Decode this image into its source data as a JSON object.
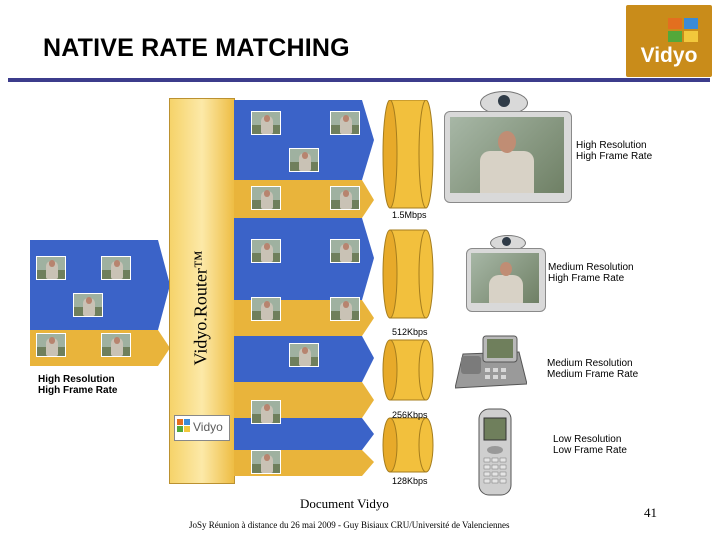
{
  "header": {
    "title": "NATIVE RATE MATCHING"
  },
  "logo": {
    "text": "Vidyo"
  },
  "router": {
    "label": "Vidyo.Router™",
    "logo_text": "Vidyo"
  },
  "source": {
    "caption_line1": "High Resolution",
    "caption_line2": "High Frame Rate"
  },
  "endpoints": [
    {
      "line1": "High Resolution",
      "line2": "High Frame Rate",
      "bitrate": "1.5Mbps"
    },
    {
      "line1": "Medium Resolution",
      "line2": "High Frame Rate",
      "bitrate": "512Kbps"
    },
    {
      "line1": "Medium Resolution",
      "line2": "Medium Frame Rate",
      "bitrate": "256Kbps"
    },
    {
      "line1": "Low Resolution",
      "line2": "Low Frame Rate",
      "bitrate": "128Kbps"
    }
  ],
  "footer": {
    "doc_label": "Document Vidyo",
    "caption": "JoSy Réunion à distance du 26 mai 2009 - Guy Bisiaux CRU/Université de Valenciennes",
    "page_number": "41"
  },
  "colors": {
    "blue": "#3b63c8",
    "gold": "#e9b43b",
    "accent_rule": "#3c3c8c",
    "logo_bg": "#c98c1a"
  }
}
